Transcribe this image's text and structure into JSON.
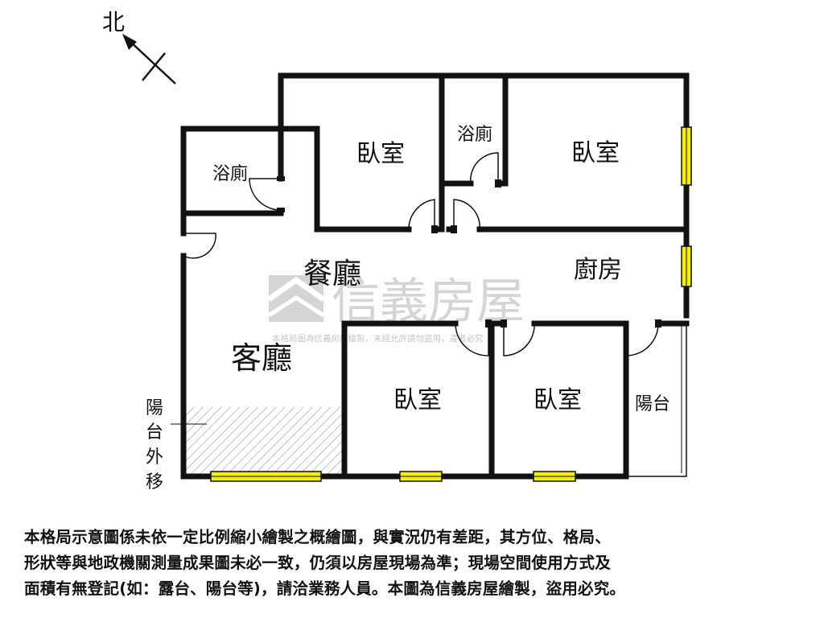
{
  "compass": {
    "label": "北"
  },
  "rooms": {
    "bedroom_top_left": "臥室",
    "bath_small": "浴廁",
    "bedroom_top_right": "臥室",
    "bath_left": "浴廁",
    "dining": "餐廳",
    "kitchen": "廚房",
    "living": "客廳",
    "bedroom_bottom_mid": "臥室",
    "bedroom_bottom_right": "臥室",
    "balcony": "陽台"
  },
  "balcony_note": [
    "陽",
    "台",
    "外",
    "移"
  ],
  "watermark": {
    "brand": "信義房屋",
    "notice": "本格局圖為信義房屋繪製，未經允許請勿盜用，違者必究"
  },
  "disclaimer": [
    "本格局示意圖係未依一定比例縮小繪製之概繪圖，與實況仍有差距，其方位、格局、",
    "形狀等與地政機關測量成果圖未必一致，仍須以房屋現場為準；現場空間使用方式及",
    "面積有無登記(如：露台、陽台等)，請洽業務人員。本圖為信義房屋繪製，盜用必究。"
  ],
  "colors": {
    "wall": "#111111",
    "window": "#f3f000",
    "watermark": "#c8c8c8",
    "hatch": "#9a9a9a"
  }
}
